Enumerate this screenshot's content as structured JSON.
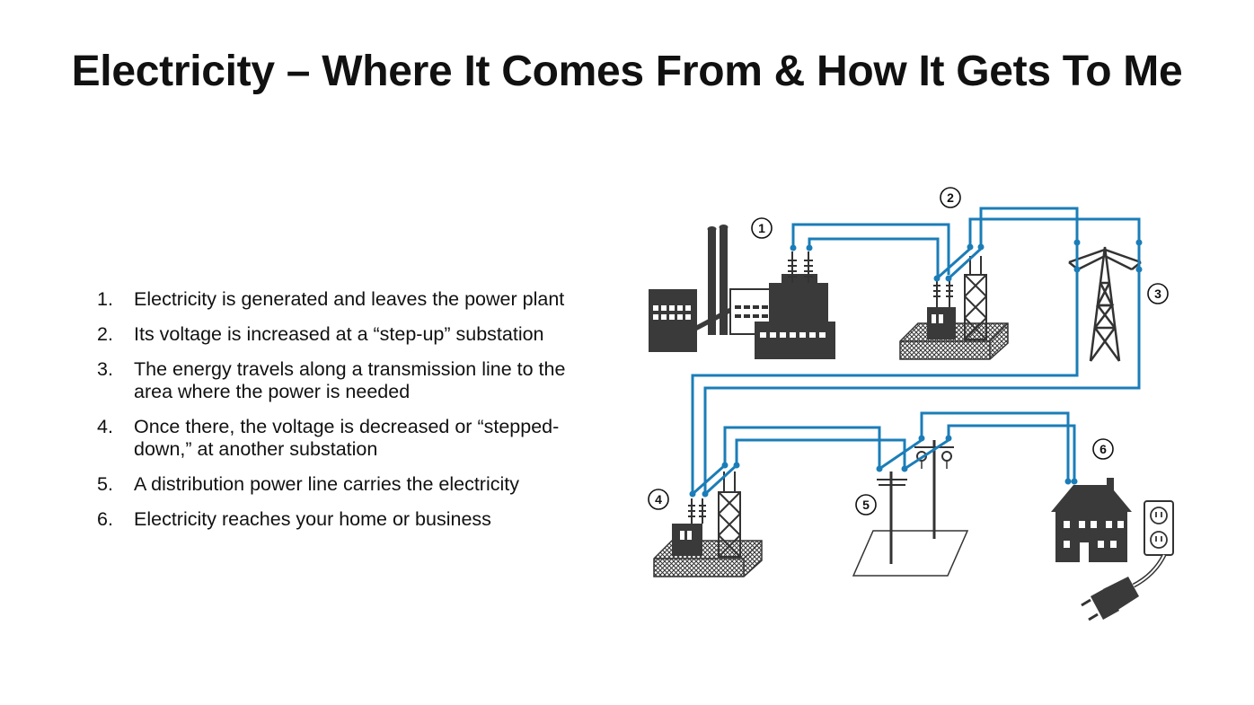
{
  "title": "Electricity – Where It Comes From & How It Gets To Me",
  "steps": [
    {
      "number": "1.",
      "text": "Electricity is generated and leaves the power plant"
    },
    {
      "number": "2.",
      "text": "Its voltage is increased at a “step-up” substation"
    },
    {
      "number": "3.",
      "text": "The energy travels along a transmission line to the area where the power is needed"
    },
    {
      "number": "4.",
      "text": "Once there, the voltage is decreased or “stepped-down,” at another substation"
    },
    {
      "number": "5.",
      "text": "A distribution power line carries the electricity"
    },
    {
      "number": "6.",
      "text": "Electricity reaches your home or business"
    }
  ],
  "diagram": {
    "badges": [
      "1",
      "2",
      "3",
      "4",
      "5",
      "6"
    ],
    "components": [
      "power-plant",
      "step-up-substation",
      "transmission-tower",
      "step-down-substation",
      "distribution-pole",
      "house",
      "wall-outlet",
      "plug"
    ],
    "colors": {
      "wire": "#1b7db8",
      "structure": "#3a3a3a",
      "text": "#111111"
    }
  }
}
